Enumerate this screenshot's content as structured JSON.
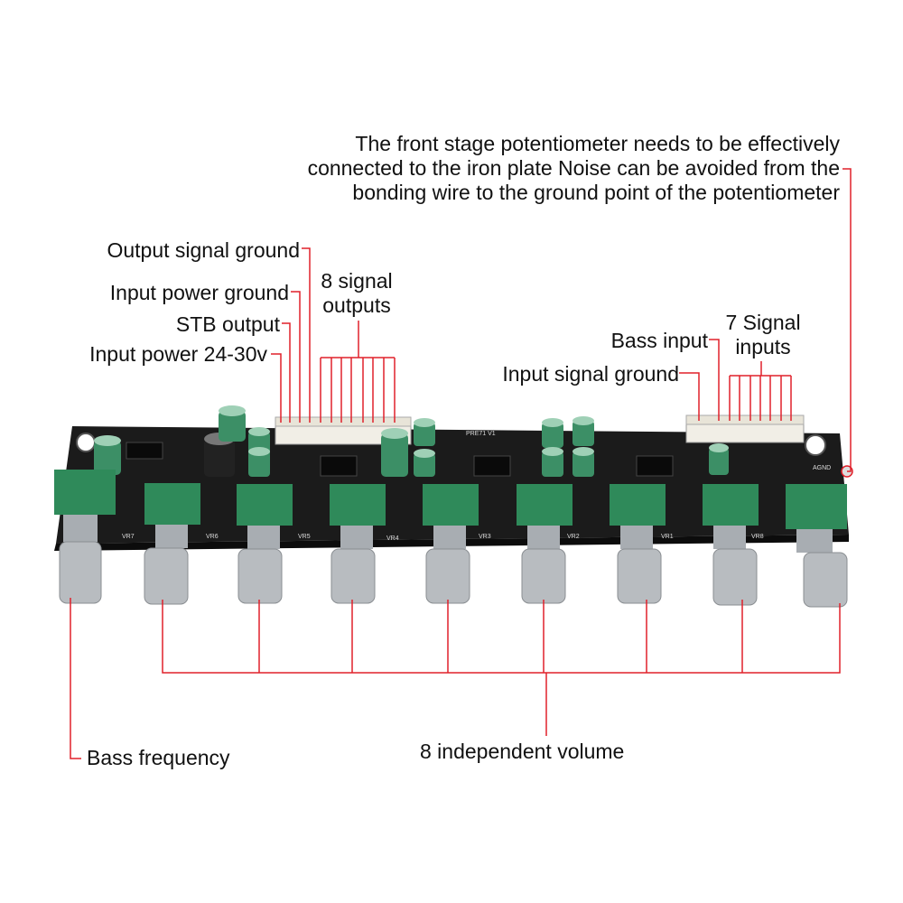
{
  "colors": {
    "pcb": "#1a1a1a",
    "knob_base": "#2f8a5a",
    "capacitor": "#3c8f66",
    "annotation_line": "#e0202a",
    "shaft": "#b8bcc0"
  },
  "callouts": {
    "note_line1": "The front stage potentiometer needs to be effectively",
    "note_line2": "connected to the iron plate Noise can be avoided from the",
    "note_line3": "bonding wire to the ground point of the potentiometer",
    "output_signal_ground": "Output signal ground",
    "input_power_ground": "Input power ground",
    "stb_output": "STB output",
    "input_power": "Input power 24-30v",
    "signal_outputs_line1": "8 signal",
    "signal_outputs_line2": "outputs",
    "bass_input": "Bass input",
    "signal_inputs_line1": "7 Signal",
    "signal_inputs_line2": "inputs",
    "input_signal_ground": "Input signal ground",
    "bass_frequency": "Bass frequency",
    "independent_volume": "8 independent volume"
  },
  "board_silkscreen": {
    "model": "PRE71 V1",
    "agnd": "AGND",
    "pot_labels": [
      "VR7",
      "VR6",
      "VR5",
      "VR4",
      "VR3",
      "VR2",
      "VR1",
      "VR8"
    ]
  }
}
